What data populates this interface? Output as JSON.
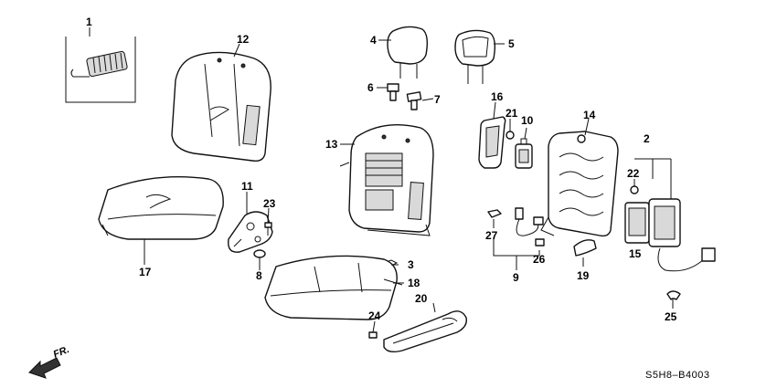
{
  "labels": {
    "p1": "1",
    "p2": "2",
    "p3": "3",
    "p4": "4",
    "p5": "5",
    "p6": "6",
    "p7": "7",
    "p8": "8",
    "p9": "9",
    "p10": "10",
    "p11": "11",
    "p12": "12",
    "p13": "13",
    "p14": "14",
    "p15": "15",
    "p16": "16",
    "p17": "17",
    "p18": "18",
    "p19": "19",
    "p20": "20",
    "p21": "21",
    "p22": "22",
    "p23": "23",
    "p24": "24",
    "p25": "25",
    "p26": "26",
    "p27": "27"
  },
  "direction_label": "FR.",
  "diagram_code": "S5H8–B4003"
}
